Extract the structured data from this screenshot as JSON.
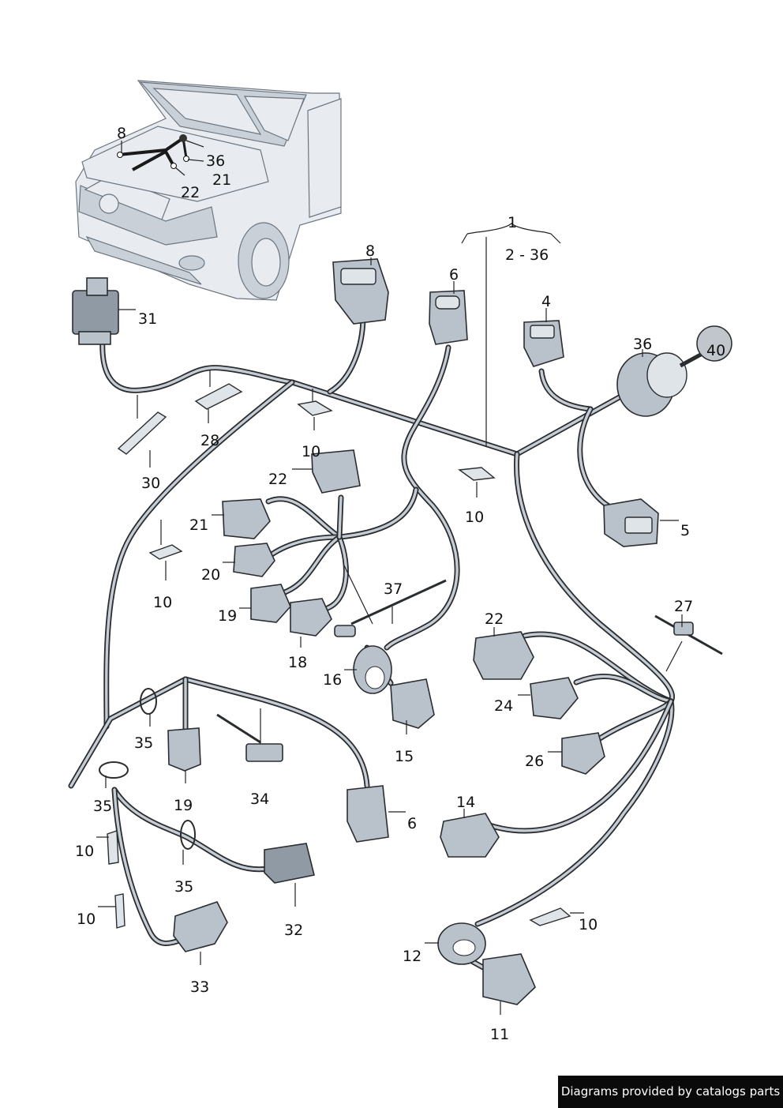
{
  "labels": {
    "l1": "1",
    "l2_36": "2 - 36",
    "l4": "4",
    "l5": "5",
    "l6a": "6",
    "l6b": "6",
    "l8a": "8",
    "l8b": "8",
    "l10a": "10",
    "l10b": "10",
    "l10c": "10",
    "l10d": "10",
    "l10e": "10",
    "l10f": "10",
    "l11": "11",
    "l12": "12",
    "l14": "14",
    "l15": "15",
    "l16": "16",
    "l18": "18",
    "l19a": "19",
    "l19b": "19",
    "l20": "20",
    "l21a": "21",
    "l21b": "21",
    "l22a": "22",
    "l22b": "22",
    "l22c": "22",
    "l24": "24",
    "l26": "26",
    "l27": "27",
    "l28": "28",
    "l30": "30",
    "l31": "31",
    "l32": "32",
    "l33": "33",
    "l34": "34",
    "l35a": "35",
    "l35b": "35",
    "l35c": "35",
    "l36a": "36",
    "l36b": "36",
    "l37": "37",
    "l40": "40"
  },
  "footer": {
    "text": "Diagrams provided by catalogs parts"
  }
}
